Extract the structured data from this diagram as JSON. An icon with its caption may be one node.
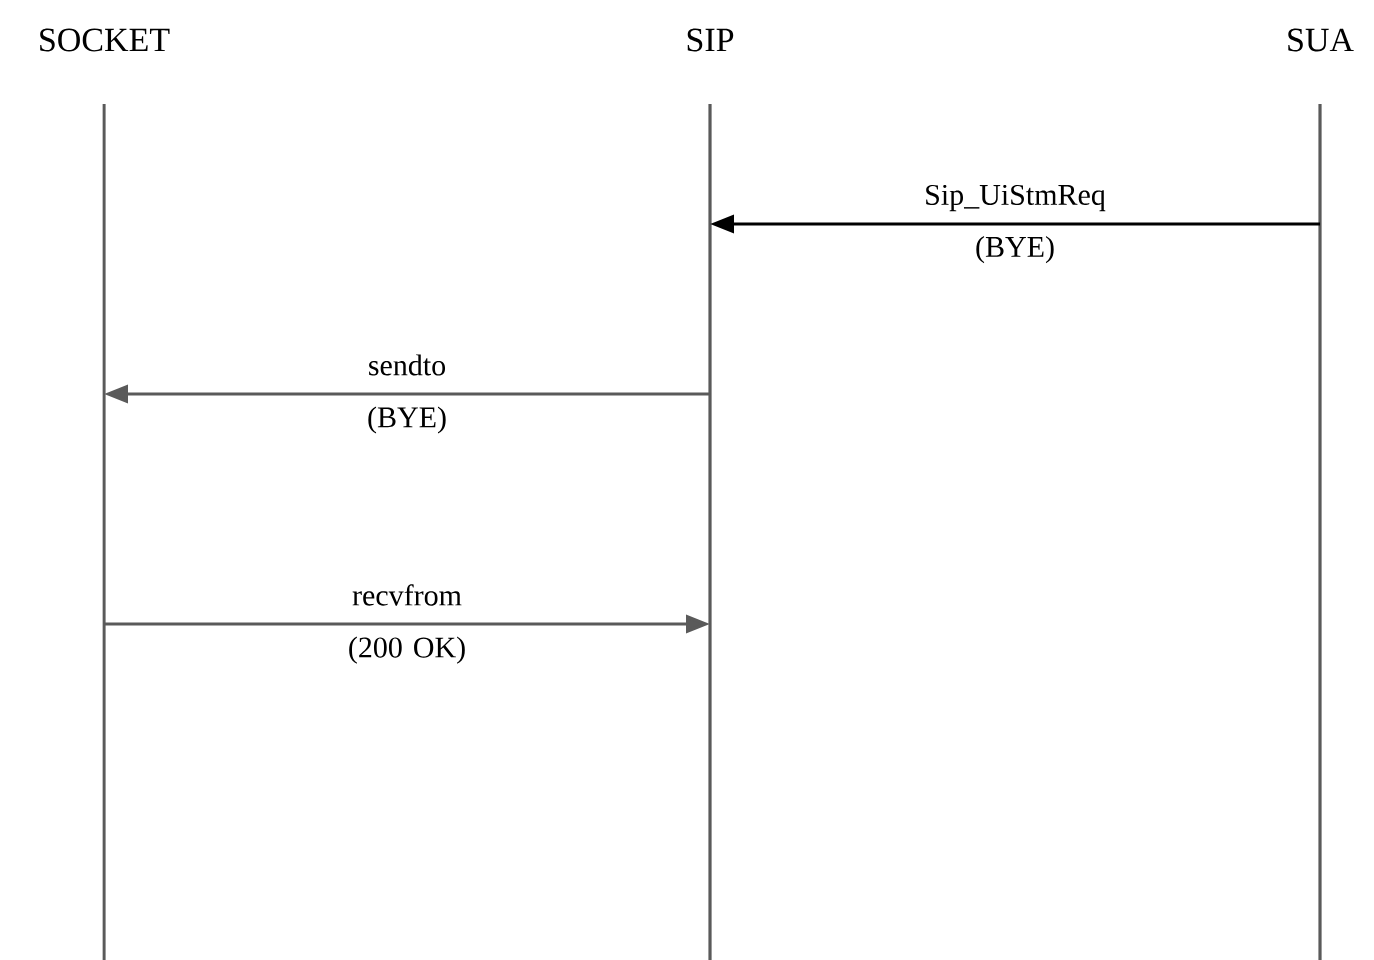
{
  "diagram": {
    "nodes": [
      {
        "text": [
          "SOCKET"
        ]
      },
      {
        "text": [
          "SIP"
        ]
      },
      {
        "text": [
          "SUA"
        ]
      }
    ],
    "edges": [
      {
        "from": 2,
        "to": 1,
        "arrow": "to",
        "label": "Sip_UiStmReq (BYE)",
        "color": "#000000"
      },
      {
        "from": 1,
        "to": 0,
        "arrow": "to",
        "label": "sendto (BYE)"
      },
      {
        "from": 0,
        "to": 1,
        "arrow": "to",
        "label": "recvfrom (200 OK)"
      }
    ]
  }
}
